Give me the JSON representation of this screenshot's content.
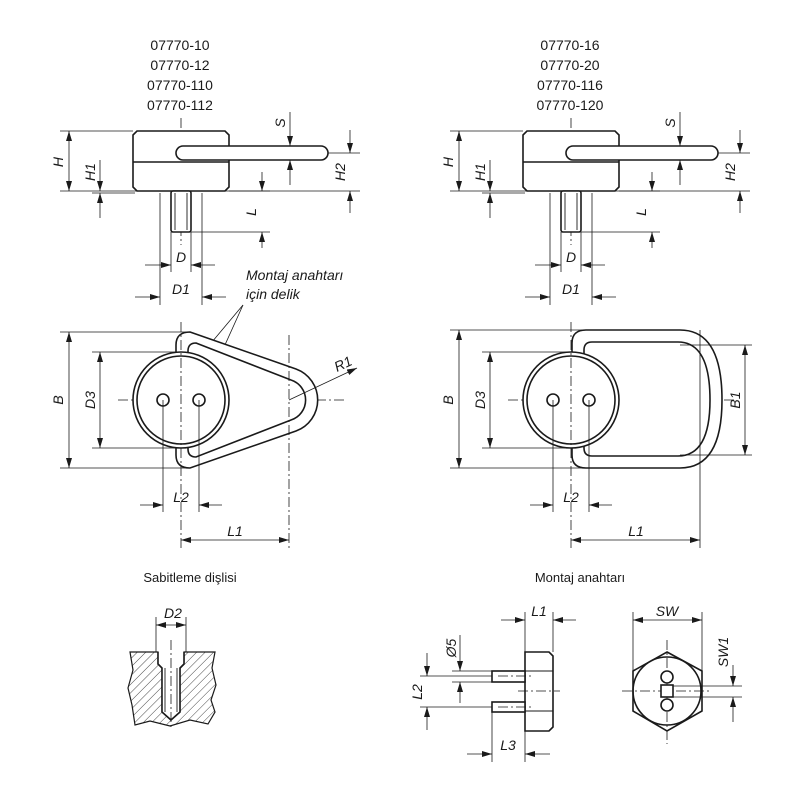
{
  "left_variant": {
    "part_numbers": [
      "07770-10",
      "07770-12",
      "07770-110",
      "07770-112"
    ],
    "dims": {
      "H": "H",
      "H1": "H1",
      "S": "S",
      "H2": "H2",
      "L": "L",
      "D": "D",
      "D1": "D1",
      "B": "B",
      "D3": "D3",
      "R1": "R1",
      "L2": "L2",
      "L1": "L1"
    },
    "callout_line1": "Montaj anahtarı",
    "callout_line2": "için delik"
  },
  "right_variant": {
    "part_numbers": [
      "07770-16",
      "07770-20",
      "07770-116",
      "07770-120"
    ],
    "dims": {
      "H": "H",
      "H1": "H1",
      "S": "S",
      "H2": "H2",
      "L": "L",
      "D": "D",
      "D1": "D1",
      "B": "B",
      "D3": "D3",
      "B1": "B1",
      "L2": "L2",
      "L1": "L1"
    }
  },
  "fixing_thread": {
    "title": "Sabitleme dişlisi",
    "dims": {
      "D2": "D2"
    }
  },
  "assembly_key": {
    "title": "Montaj anahtarı",
    "dims": {
      "L1": "L1",
      "D5": "Ø5",
      "L2": "L2",
      "L3": "L3",
      "SW": "SW",
      "SW1": "SW1"
    }
  }
}
